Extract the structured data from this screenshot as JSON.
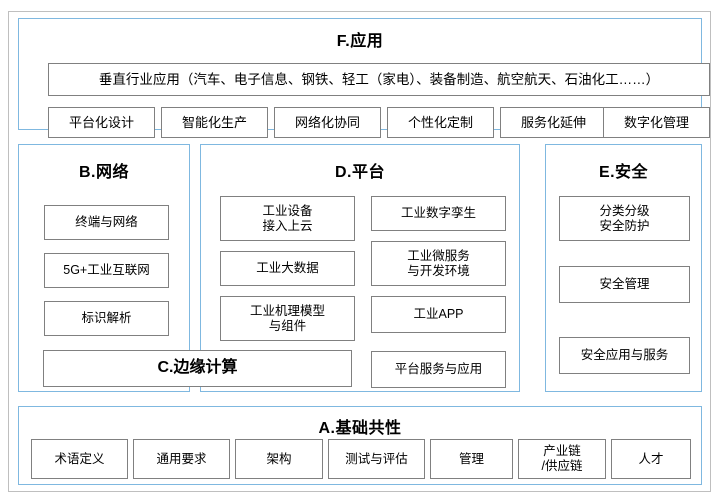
{
  "diagram": {
    "title_visible": false,
    "colors": {
      "panel_border": "#7fb8e0",
      "box_border": "#808080",
      "outer_border": "#bfbfbf",
      "background": "#ffffff",
      "text": "#000000"
    },
    "sections": {
      "f": {
        "title": "F.应用",
        "vertical_box": "垂直行业应用（汽车、电子信息、钢铁、轻工（家电）、装备制造、航空航天、石油化工……）",
        "cells": [
          "平台化设计",
          "智能化生产",
          "网络化协同",
          "个性化定制",
          "服务化延伸",
          "数字化管理"
        ]
      },
      "b": {
        "title": "B.网络",
        "cells": [
          "终端与网络",
          "5G+工业互联网",
          "标识解析"
        ]
      },
      "c": {
        "title": "C.边缘计算"
      },
      "d": {
        "title": "D.平台",
        "left_cells": [
          "工业设备\n接入上云",
          "工业大数据",
          "工业机理模型\n与组件"
        ],
        "right_cells": [
          "工业数字孪生",
          "工业微服务\n与开发环境",
          "工业APP",
          "平台服务与应用"
        ]
      },
      "e": {
        "title": "E.安全",
        "cells": [
          "分类分级\n安全防护",
          "安全管理",
          "安全应用与服务"
        ]
      },
      "a": {
        "title": "A.基础共性",
        "cells": [
          "术语定义",
          "通用要求",
          "架构",
          "测试与评估",
          "管理",
          "产业链\n/供应链",
          "人才"
        ]
      }
    }
  }
}
